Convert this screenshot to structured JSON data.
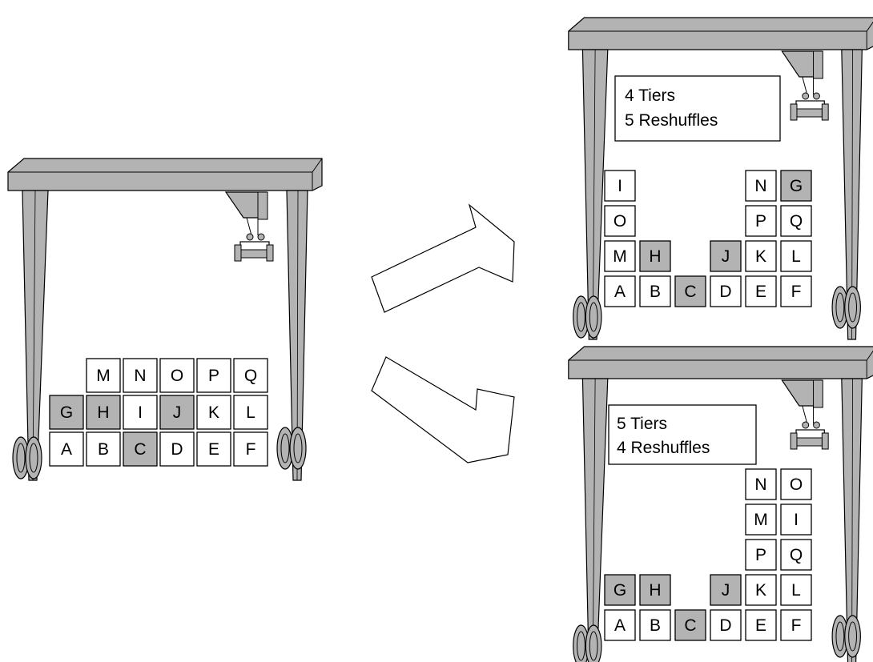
{
  "colors": {
    "crane_fill": "#b3b3b3",
    "highlight_box": "#b3b3b3",
    "plain_box": "#ffffff",
    "stroke": "#000000"
  },
  "left_scene": {
    "rows": [
      [
        "",
        "M",
        "N",
        "O",
        "P",
        "Q"
      ],
      [
        "G",
        "H",
        "I",
        "J",
        "K",
        "L"
      ],
      [
        "A",
        "B",
        "C",
        "D",
        "E",
        "F"
      ]
    ]
  },
  "top_right_scene": {
    "label_line1": "4 Tiers",
    "label_line2": "5 Reshuffles",
    "rows": [
      [
        "I",
        "",
        "",
        "",
        "N",
        "G"
      ],
      [
        "O",
        "",
        "",
        "",
        "P",
        "Q"
      ],
      [
        "M",
        "H",
        "",
        "J",
        "K",
        "L"
      ],
      [
        "A",
        "B",
        "C",
        "D",
        "E",
        "F"
      ]
    ]
  },
  "bottom_right_scene": {
    "label_line1": "5 Tiers",
    "label_line2": "4 Reshuffles",
    "rows": [
      [
        "",
        "",
        "",
        "",
        "N",
        "O"
      ],
      [
        "",
        "",
        "",
        "",
        "M",
        "I"
      ],
      [
        "",
        "",
        "",
        "",
        "P",
        "Q"
      ],
      [
        "G",
        "H",
        "",
        "J",
        "K",
        "L"
      ],
      [
        "A",
        "B",
        "C",
        "D",
        "E",
        "F"
      ]
    ]
  },
  "highlighted_boxes": [
    "G",
    "H",
    "C",
    "J"
  ],
  "arrows": [
    "arrow-to-top-option",
    "arrow-to-bottom-option"
  ]
}
